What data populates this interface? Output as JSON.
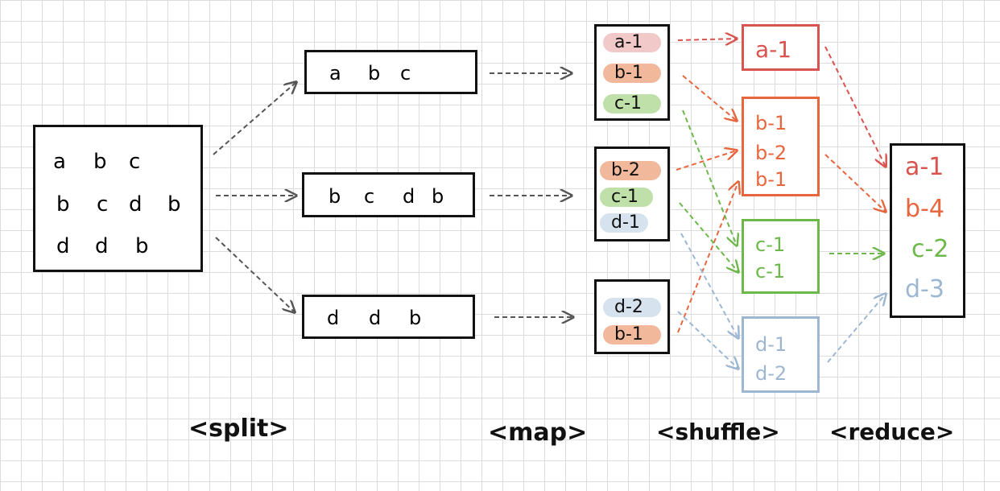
{
  "colors": {
    "a": "#d9534f",
    "b": "#e8663d",
    "c": "#6cb84a",
    "d": "#9db7d3",
    "ink": "#111111",
    "pill_a": "#f2c9c9",
    "pill_b": "#f1b89b",
    "pill_c": "#bfe0a8",
    "pill_d": "#d6e2ee"
  },
  "input": {
    "rows": [
      [
        "a",
        "b",
        "c"
      ],
      [
        "b",
        "c",
        "d",
        "b"
      ],
      [
        "d",
        "d",
        "b"
      ]
    ]
  },
  "splits": [
    {
      "tokens": [
        "a",
        "b",
        "c"
      ]
    },
    {
      "tokens": [
        "b",
        "c",
        "d",
        "b"
      ]
    },
    {
      "tokens": [
        "d",
        "d",
        "b"
      ]
    }
  ],
  "maps": [
    {
      "pairs": [
        {
          "text": "a-1",
          "key": "a"
        },
        {
          "text": "b-1",
          "key": "b"
        },
        {
          "text": "c-1",
          "key": "c"
        }
      ]
    },
    {
      "pairs": [
        {
          "text": "b-2",
          "key": "b"
        },
        {
          "text": "c-1",
          "key": "c"
        },
        {
          "text": "d-1",
          "key": "d"
        }
      ]
    },
    {
      "pairs": [
        {
          "text": "d-2",
          "key": "d"
        },
        {
          "text": "b-1",
          "key": "b"
        }
      ]
    }
  ],
  "shuffle": [
    {
      "key": "a",
      "items": [
        "a-1"
      ]
    },
    {
      "key": "b",
      "items": [
        "b-1",
        "b-2",
        "b-1"
      ]
    },
    {
      "key": "c",
      "items": [
        "c-1",
        "c-1"
      ]
    },
    {
      "key": "d",
      "items": [
        "d-1",
        "d-2"
      ]
    }
  ],
  "reduce": {
    "items": [
      {
        "text": "a-1",
        "key": "a"
      },
      {
        "text": "b-4",
        "key": "b"
      },
      {
        "text": "c-2",
        "key": "c"
      },
      {
        "text": "d-3",
        "key": "d"
      }
    ]
  },
  "stages": {
    "split": "<split>",
    "map": "<map>",
    "shuffle": "<shuffle>",
    "reduce": "<reduce>"
  }
}
